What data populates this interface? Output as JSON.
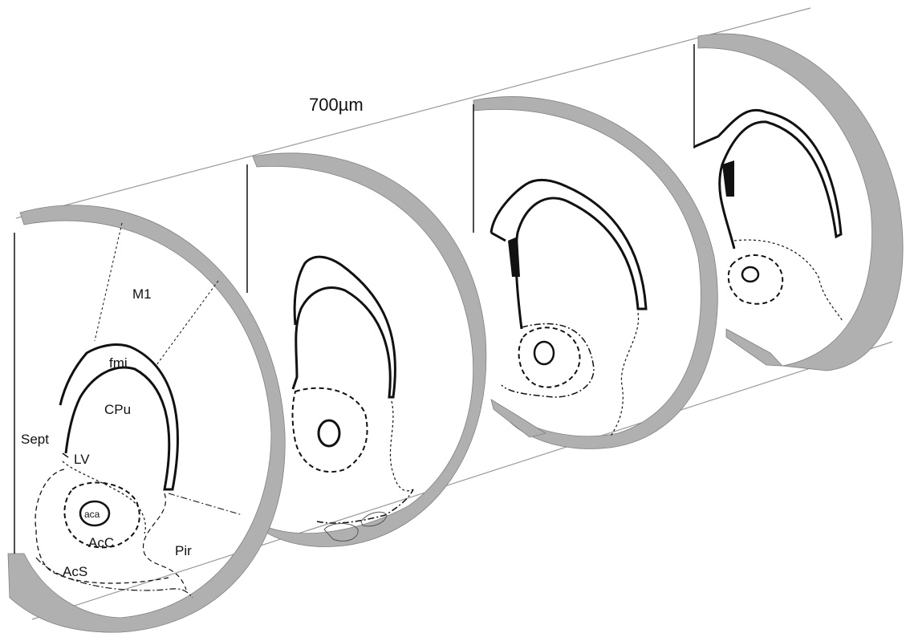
{
  "scale_bar": {
    "label": "700µm"
  },
  "regions": {
    "m1": "M1",
    "fmi": "fmi",
    "cpu": "CPu",
    "sept": "Sept",
    "lv": "LV",
    "aca": "aca",
    "acc": "AcC",
    "acs": "AcS",
    "pir": "Pir"
  },
  "colors": {
    "cortex_band": "#b0b0b0",
    "line": "#111111",
    "background": "#ffffff"
  }
}
